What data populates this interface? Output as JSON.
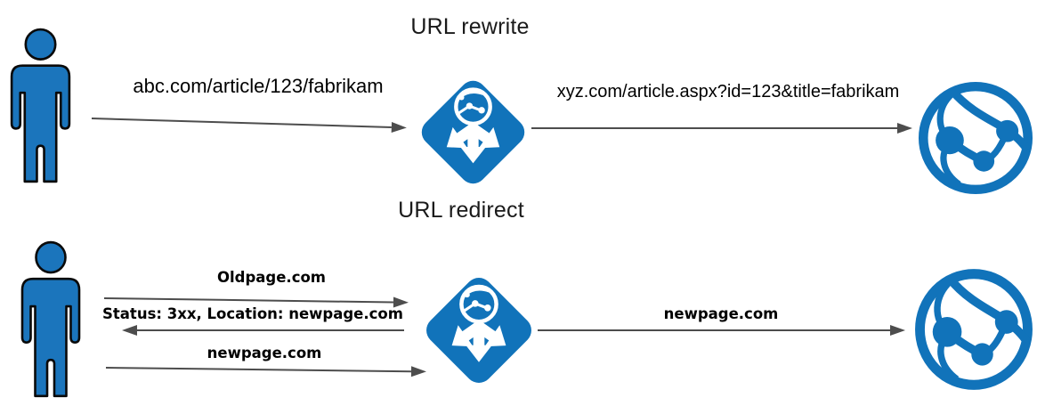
{
  "colors": {
    "icon_blue": "#1173BA",
    "person_blue": "#1B75BC",
    "arrow_gray": "#4D4D4D",
    "title_color": "#1A1A1A",
    "label_color": "#000000"
  },
  "rewrite_section": {
    "title": "URL rewrite",
    "request_url": "abc.com/article/123/fabrikam",
    "rewritten_url": "xyz.com/article.aspx?id=123&title=fabrikam"
  },
  "redirect_section": {
    "title": "URL redirect",
    "request_url": "Oldpage.com",
    "redirect_response": "Status: 3xx, Location: newpage.com",
    "second_request_url": "newpage.com",
    "forwarded_url": "newpage.com"
  }
}
